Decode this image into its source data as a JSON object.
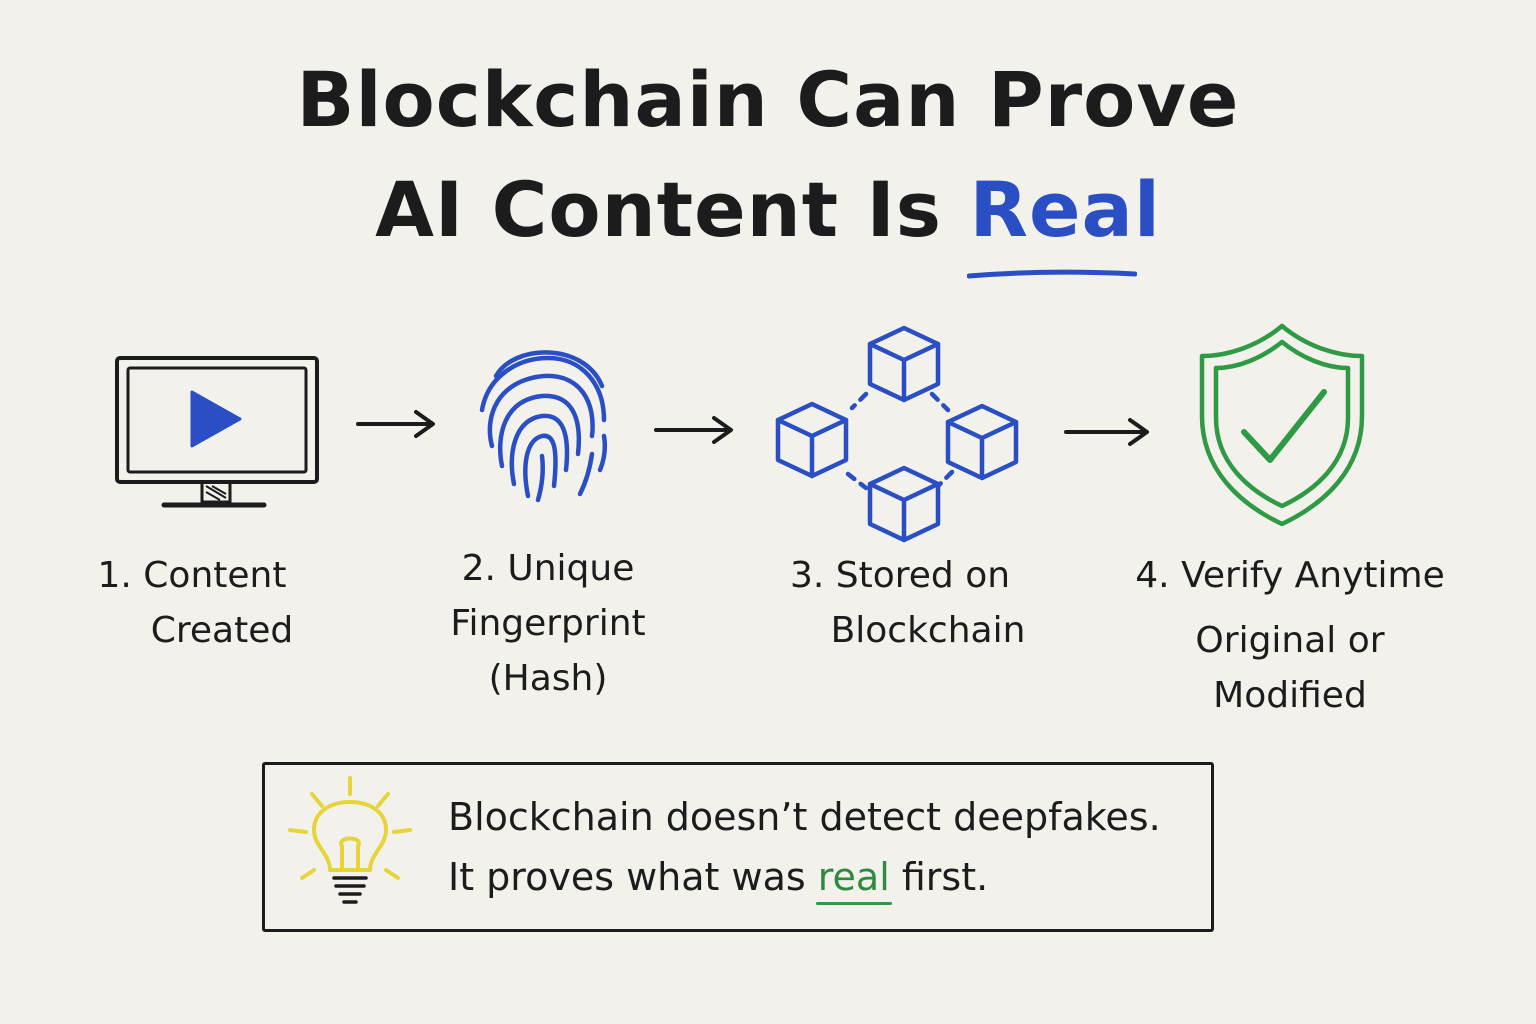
{
  "title": {
    "line1": "Blockchain Can Prove",
    "line2_prefix": "AI Content Is ",
    "line2_accent": "Real"
  },
  "steps": [
    {
      "line1": "1. Content",
      "line2": "Created",
      "icon": "monitor-play-icon"
    },
    {
      "line1": "2. Unique",
      "line2": "Fingerprint",
      "line3": "(Hash)",
      "icon": "fingerprint-icon"
    },
    {
      "line1": "3. Stored on",
      "line2": "Blockchain",
      "icon": "blockchain-cubes-icon"
    },
    {
      "line1": "4. Verify Anytime",
      "line2": "Original or",
      "line3": "Modified",
      "icon": "shield-check-icon"
    }
  ],
  "note": {
    "line1": "Blockchain doesn’t detect deepfakes.",
    "line2_prefix": "It proves what was ",
    "line2_highlight": "real",
    "line2_suffix": " first.",
    "icon": "lightbulb-icon"
  },
  "colors": {
    "ink": "#1c1c1c",
    "blue": "#2a4fc4",
    "green": "#2e9a44",
    "yellow": "#e6d43a",
    "paper": "#f3f1ec"
  }
}
